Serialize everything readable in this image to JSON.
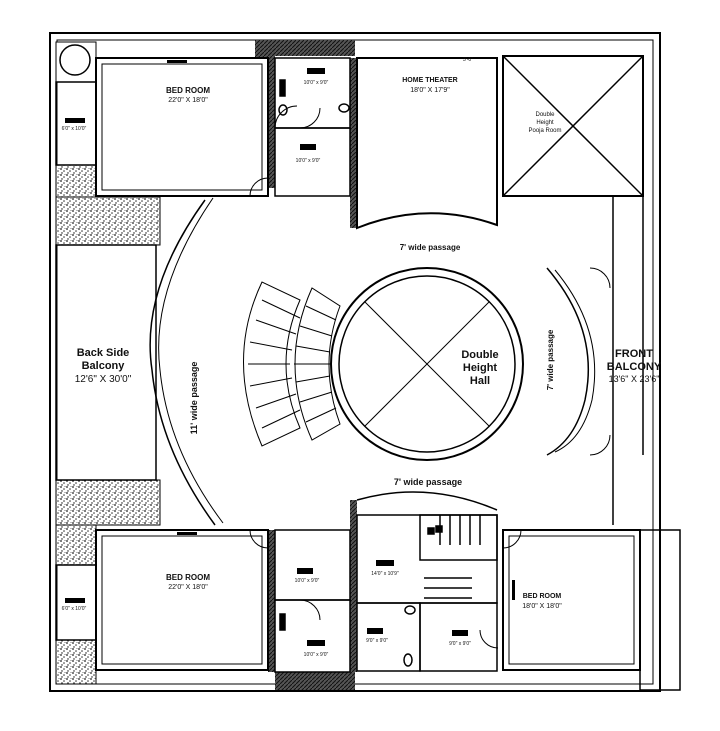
{
  "rooms": {
    "bed_top_name": "BED ROOM",
    "bed_top_dim": "22'0\" X 18'0\"",
    "bed_bottom_name": "BED ROOM",
    "bed_bottom_dim": "22'0\" X 18'0\"",
    "bed_right_name": "BED ROOM",
    "bed_right_dim": "18'0\" X 18'0\"",
    "home_theater_name": "HOME THEATER",
    "home_theater_dim": "18'0\" X 17'9\"",
    "pooja_line1": "Double",
    "pooja_line2": "Height",
    "pooja_line3": "Pooja Room",
    "hall_line1": "Double",
    "hall_line2": "Height",
    "hall_line3": "Hall",
    "back_balcony_line1": "Back Side",
    "back_balcony_line2": "Balcony",
    "back_balcony_dim": "12'6\" X 30'0\"",
    "front_balcony_line1": "FRONT",
    "front_balcony_line2": "BALCONY",
    "front_balcony_dim": "13'6\" X 23'6\""
  },
  "passages": {
    "top": "7' wide passage",
    "bottom": "7' wide passage",
    "right": "7' wide passage",
    "left": "11' wide passage"
  },
  "small_dims": {
    "toilet_a": "10'0\" x 9'0\"",
    "toilet_b": "10'0\" x 9'0\"",
    "dress_left_top": "6'0\" x 10'0\"",
    "toilet_c": "10'0\" x 9'0\"",
    "toilet_d": "10'0\" x 9'0\"",
    "dress_left_bottom": "6'0\" x 10'0\"",
    "store": "14'0\" x 10'9\"",
    "toilet_e": "9'0\" x 9'0\"",
    "toilet_f": "9'0\" x 9'0\"",
    "door_mark": "3'-0\""
  }
}
